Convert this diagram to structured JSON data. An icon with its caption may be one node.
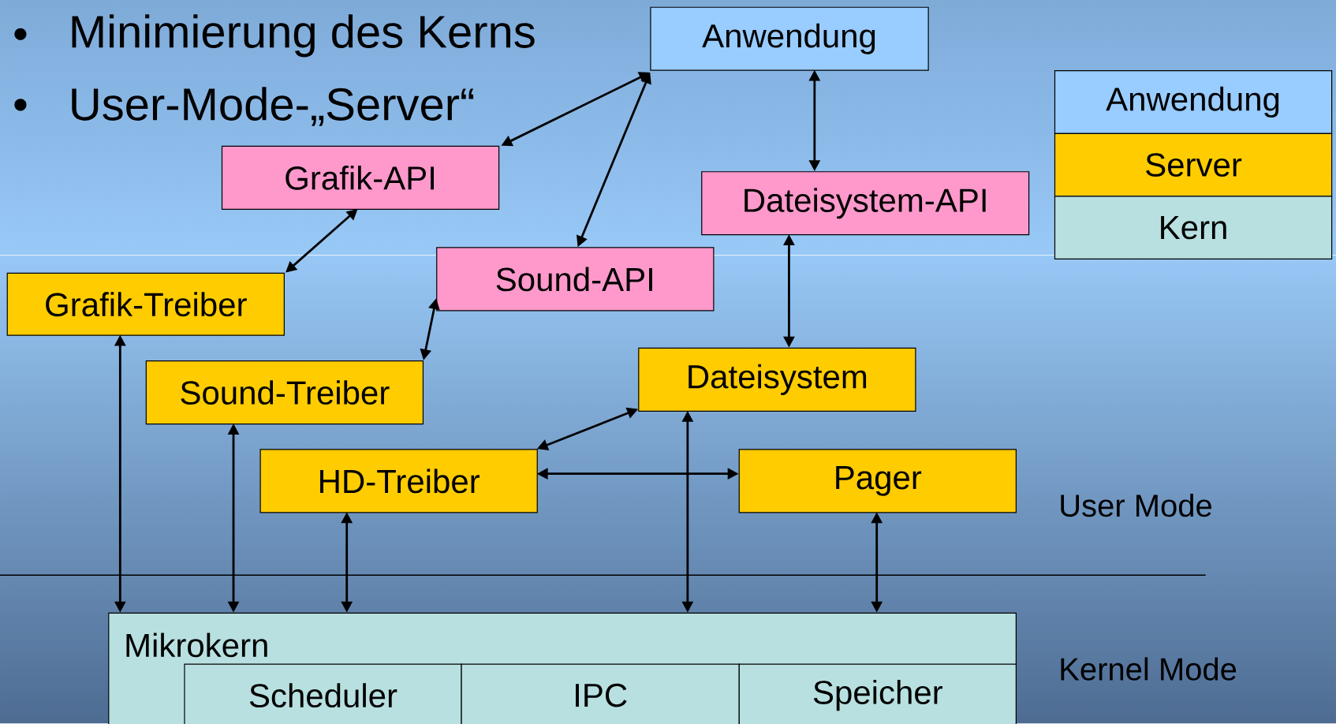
{
  "diagram": {
    "nodes": [
      {
        "text": [
          "Anwendung"
        ]
      },
      {
        "text": [
          "Grafik-API"
        ]
      },
      {
        "text": [
          "Dateisystem-API"
        ]
      },
      {
        "text": [
          "Sound-API"
        ]
      },
      {
        "text": [
          "Grafik-Treiber"
        ]
      },
      {
        "text": [
          "Sound-Treiber"
        ]
      },
      {
        "text": [
          "Dateisystem"
        ]
      },
      {
        "text": [
          "HD-Treiber"
        ]
      },
      {
        "text": [
          "Pager"
        ]
      },
      {
        "text": [
          "Mikrokern"
        ]
      },
      {
        "text": [
          "Scheduler"
        ],
        "in": 9
      },
      {
        "text": [
          "IPC"
        ],
        "in": 9
      },
      {
        "text": [
          "Speicher"
        ],
        "in": 9
      }
    ],
    "edges": [
      {
        "from": 0,
        "to": 1,
        "arrow": "both"
      },
      {
        "from": 0,
        "to": 3,
        "arrow": "both"
      },
      {
        "from": 0,
        "to": 2,
        "arrow": "both"
      },
      {
        "from": 1,
        "to": 4,
        "arrow": "both"
      },
      {
        "from": 3,
        "to": 5,
        "arrow": "both"
      },
      {
        "from": 2,
        "to": 6,
        "arrow": "both"
      },
      {
        "from": 6,
        "to": 7,
        "arrow": "both"
      },
      {
        "from": 7,
        "to": 8,
        "arrow": "both"
      },
      {
        "from": 4,
        "to": 9,
        "arrow": "both"
      },
      {
        "from": 5,
        "to": 9,
        "arrow": "both"
      },
      {
        "from": 7,
        "to": 9,
        "arrow": "both"
      },
      {
        "from": 6,
        "to": 9,
        "arrow": "both"
      },
      {
        "from": 8,
        "to": 9,
        "arrow": "both"
      }
    ],
    "labels": [
      "Minimierung des Kerns",
      "User-Mode-„Server“",
      "User Mode",
      "Kernel Mode"
    ],
    "legend": [
      {
        "text": "Anwendung",
        "color": "#99ccff"
      },
      {
        "text": "Server",
        "color": "#ffcc00"
      },
      {
        "text": "Kern",
        "color": "#b8e0e0"
      }
    ]
  }
}
